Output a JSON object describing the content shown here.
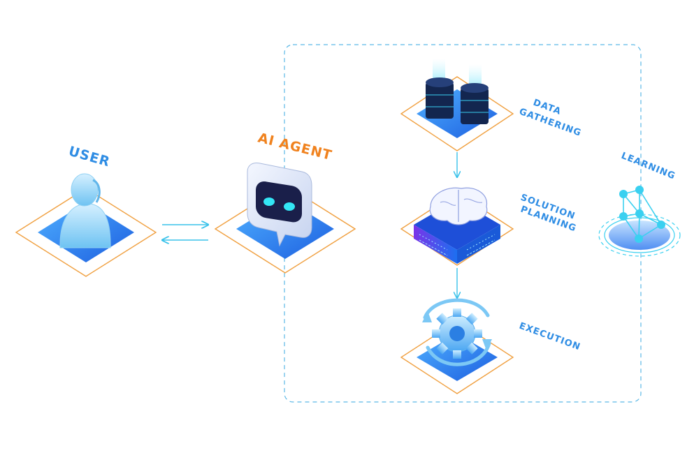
{
  "labels": {
    "user": "USER",
    "ai_agent": "AI AGENT",
    "data_line1": "DATA",
    "data_line2": "GATHERING",
    "solution_line1": "SOLUTION",
    "solution_line2": "PLANNING",
    "execution": "EXECUTION",
    "learning": "LEARNING"
  },
  "colors": {
    "label_blue": "#2f8de4",
    "agent_orange": "#f0821e",
    "platform_outline": "#f0a040",
    "platform_fill": "#2a7ff0",
    "arrow": "#39c2ea",
    "dashed_border": "#5bb8e6"
  },
  "icons": {
    "user": "user-icon",
    "ai_agent": "robot-chat-icon",
    "data_gathering": "database-servers-icon",
    "solution_planning": "brain-chip-icon",
    "execution": "gear-cycle-icon",
    "learning": "neural-network-icon"
  }
}
